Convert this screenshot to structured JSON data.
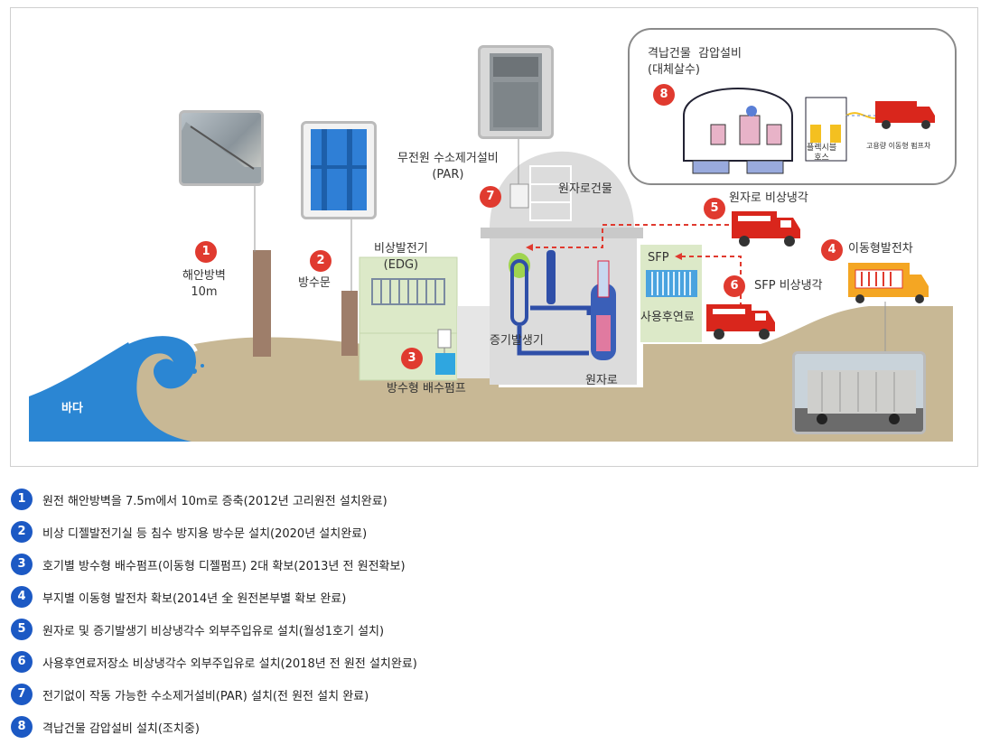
{
  "diagram": {
    "labels": {
      "sea": "바다",
      "seawall": "해안방벽\n10m",
      "floodgate": "방수문",
      "edg": "비상발전기\n(EDG)",
      "pump": "방수형 배수펌프",
      "par": "무전원 수소제거설비\n(PAR)",
      "reactor_building": "원자로건물",
      "steam_generator": "증기발생기",
      "reactor": "원자로",
      "sfp": "SFP",
      "spent_fuel": "사용후연료",
      "reactor_emergency_cooling": "원자로 비상냉각",
      "sfp_emergency_cooling": "SFP 비상냉각",
      "mobile_generator": "이동형발전차",
      "containment_title": "격납건물  감압설비\n(대체살수)",
      "hose": "플렉시블\n호스",
      "mobile_pump_truck": "고용량 이동형 펌프차"
    },
    "badges": {
      "b1": "1",
      "b2": "2",
      "b3": "3",
      "b4": "4",
      "b5": "5",
      "b6": "6",
      "b7": "7",
      "b8": "8"
    },
    "colors": {
      "badge_red": "#e03a2f",
      "legend_blue": "#1c59c4",
      "ground": "#c8b895",
      "sea": "#2b86d3",
      "building": "#dcdcdc",
      "pipe": "#3a5fb8",
      "truck_red": "#d9261c",
      "truck_orange": "#f4a623",
      "dashed_red": "#e03a2f"
    }
  },
  "legend": [
    {
      "num": "1",
      "text": "원전 해안방벽을 7.5m에서 10m로 증축(2012년 고리원전 설치완료)"
    },
    {
      "num": "2",
      "text": "비상 디젤발전기실 등 침수 방지용 방수문 설치(2020년 설치완료)"
    },
    {
      "num": "3",
      "text": "호기별 방수형 배수펌프(이동형 디젤펌프) 2대 확보(2013년 전 원전확보)"
    },
    {
      "num": "4",
      "text": "부지별 이동형 발전차 확보(2014년 全 원전본부별 확보 완료)"
    },
    {
      "num": "5",
      "text": "원자로 및 증기발생기 비상냉각수 외부주입유로 설치(월성1호기 설치)"
    },
    {
      "num": "6",
      "text": "사용후연료저장소 비상냉각수 외부주입유로 설치(2018년 전 원전 설치완료)"
    },
    {
      "num": "7",
      "text": "전기없이 작동 가능한 수소제거설비(PAR) 설치(전 원전 설치 완료)"
    },
    {
      "num": "8",
      "text": "격납건물 감압설비 설치(조치중)"
    }
  ]
}
